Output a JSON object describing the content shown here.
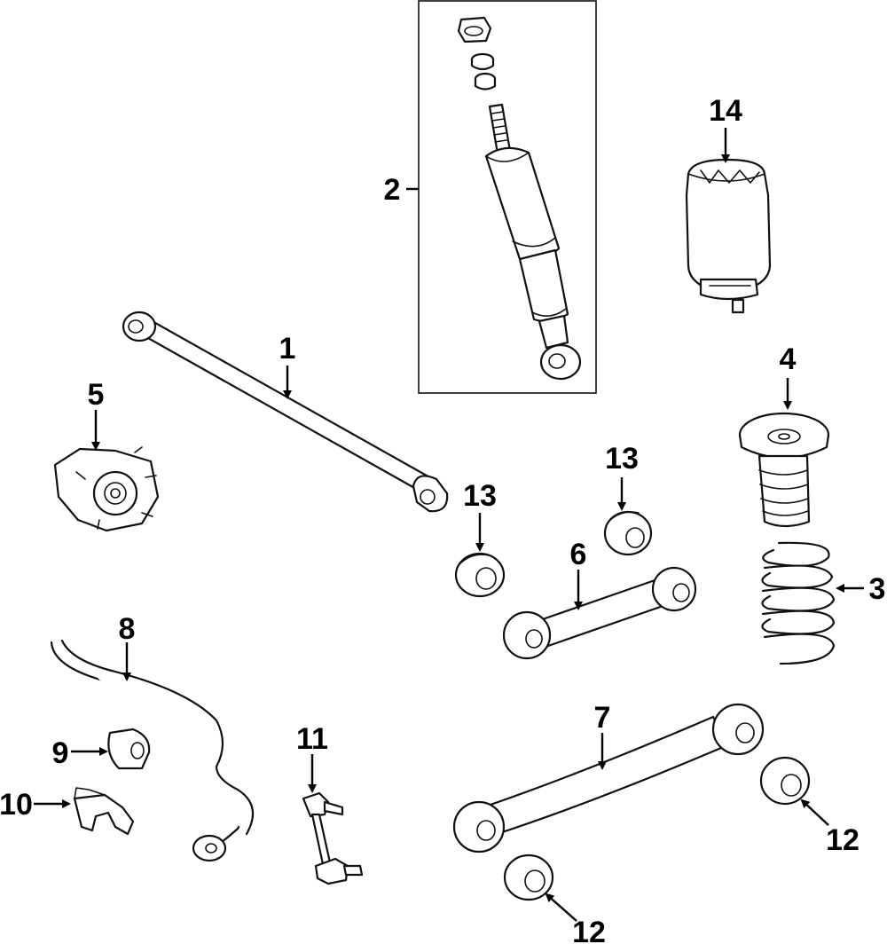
{
  "diagram": {
    "callouts": [
      {
        "id": "c1",
        "label": "1"
      },
      {
        "id": "c2",
        "label": "2"
      },
      {
        "id": "c3",
        "label": "3"
      },
      {
        "id": "c4",
        "label": "4"
      },
      {
        "id": "c5",
        "label": "5"
      },
      {
        "id": "c6",
        "label": "6"
      },
      {
        "id": "c7",
        "label": "7"
      },
      {
        "id": "c8",
        "label": "8"
      },
      {
        "id": "c9",
        "label": "9"
      },
      {
        "id": "c10",
        "label": "10"
      },
      {
        "id": "c11",
        "label": "11"
      },
      {
        "id": "c12a",
        "label": "12"
      },
      {
        "id": "c12b",
        "label": "12"
      },
      {
        "id": "c13a",
        "label": "13"
      },
      {
        "id": "c13b",
        "label": "13"
      },
      {
        "id": "c14",
        "label": "14"
      }
    ]
  }
}
